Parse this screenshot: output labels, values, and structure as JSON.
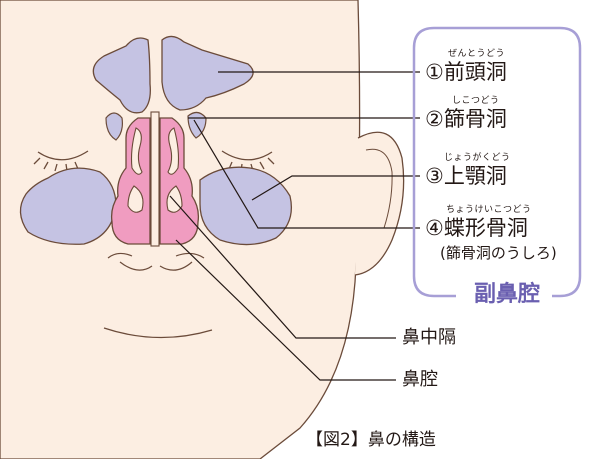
{
  "sinuses": [
    {
      "ruby": "ぜんとうどう",
      "label": "①前頭洞"
    },
    {
      "ruby": "しこつどう",
      "label": "②篩骨洞"
    },
    {
      "ruby": "じょうがくどう",
      "label": "③上顎洞"
    },
    {
      "ruby": "ちょうけいこつどう",
      "label": "④蝶形骨洞",
      "note": "(篩骨洞のうしろ)"
    }
  ],
  "group_title": "副鼻腔",
  "other_labels": {
    "septum": "鼻中隔",
    "nasal_cavity": "鼻腔"
  },
  "caption": "【図2】鼻の構造",
  "colors": {
    "skin": "#fceee2",
    "sinus": "#c5c3e3",
    "nasal": "#f09cc0",
    "frame": "#a79fd6",
    "line": "#231815"
  }
}
